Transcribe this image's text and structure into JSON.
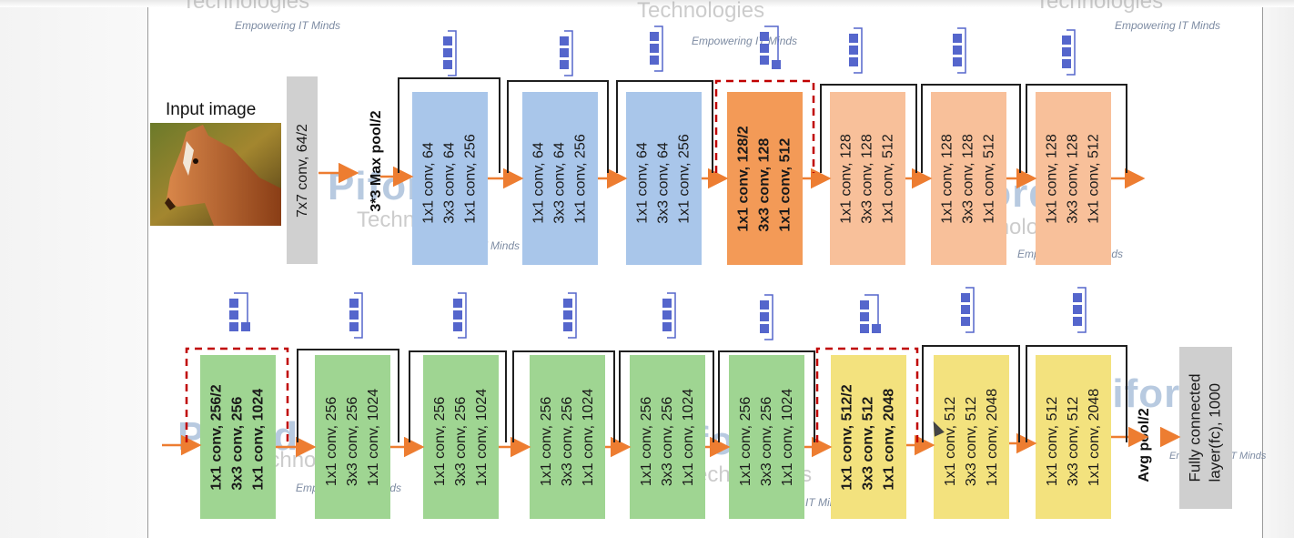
{
  "watermark": {
    "brand": "Piford",
    "sub": "Technologies",
    "tagline": "Empowering IT Minds"
  },
  "input_label": "Input image",
  "stem": {
    "conv": "7x7 conv, 64/2",
    "pool": "3*3 Max pool/2"
  },
  "row1_blocks": [
    {
      "lines": [
        "1x1 conv, 64",
        "3x3 conv, 64",
        "1x1 conv, 256"
      ]
    },
    {
      "lines": [
        "1x1 conv, 64",
        "3x3 conv, 64",
        "1x1 conv, 256"
      ]
    },
    {
      "lines": [
        "1x1 conv, 64",
        "3x3 conv, 64",
        "1x1 conv, 256"
      ]
    },
    {
      "lines": [
        "1x1 conv, 128/2",
        "3x3 conv, 128",
        "1x1 conv, 512"
      ]
    },
    {
      "lines": [
        "1x1 conv, 128",
        "3x3 conv, 128",
        "1x1 conv, 512"
      ]
    },
    {
      "lines": [
        "1x1 conv, 128",
        "3x3 conv, 128",
        "1x1 conv, 512"
      ]
    },
    {
      "lines": [
        "1x1 conv, 128",
        "3x3 conv, 128",
        "1x1 conv, 512"
      ]
    }
  ],
  "row2_blocks": [
    {
      "lines": [
        "1x1 conv, 256/2",
        "3x3 conv, 256",
        "1x1 conv, 1024"
      ]
    },
    {
      "lines": [
        "1x1 conv, 256",
        "3x3 conv, 256",
        "1x1 conv, 1024"
      ]
    },
    {
      "lines": [
        "1x1 conv, 256",
        "3x3 conv, 256",
        "1x1 conv, 1024"
      ]
    },
    {
      "lines": [
        "1x1 conv, 256",
        "3x3 conv, 256",
        "1x1 conv, 1024"
      ]
    },
    {
      "lines": [
        "1x1 conv, 256",
        "3x3 conv, 256",
        "1x1 conv, 1024"
      ]
    },
    {
      "lines": [
        "1x1 conv, 256",
        "3x3 conv, 256",
        "1x1 conv, 1024"
      ]
    },
    {
      "lines": [
        "1x1 conv, 512/2",
        "3x3 conv, 512",
        "1x1 conv, 2048"
      ]
    },
    {
      "lines": [
        "1x1 conv, 512",
        "3x3 conv, 512",
        "1x1 conv, 2048"
      ]
    },
    {
      "lines": [
        "1x1 conv, 512",
        "3x3 conv, 512",
        "1x1 conv, 2048"
      ]
    }
  ],
  "head": {
    "pool": "Avg pool/2",
    "fc_line1": "Fully connected",
    "fc_line2": "layer(fc), 1000"
  },
  "colors": {
    "arrow": "#ed7d31",
    "skip": "#222222",
    "downsample_border": "#c00000",
    "icon": "#5566cc"
  }
}
